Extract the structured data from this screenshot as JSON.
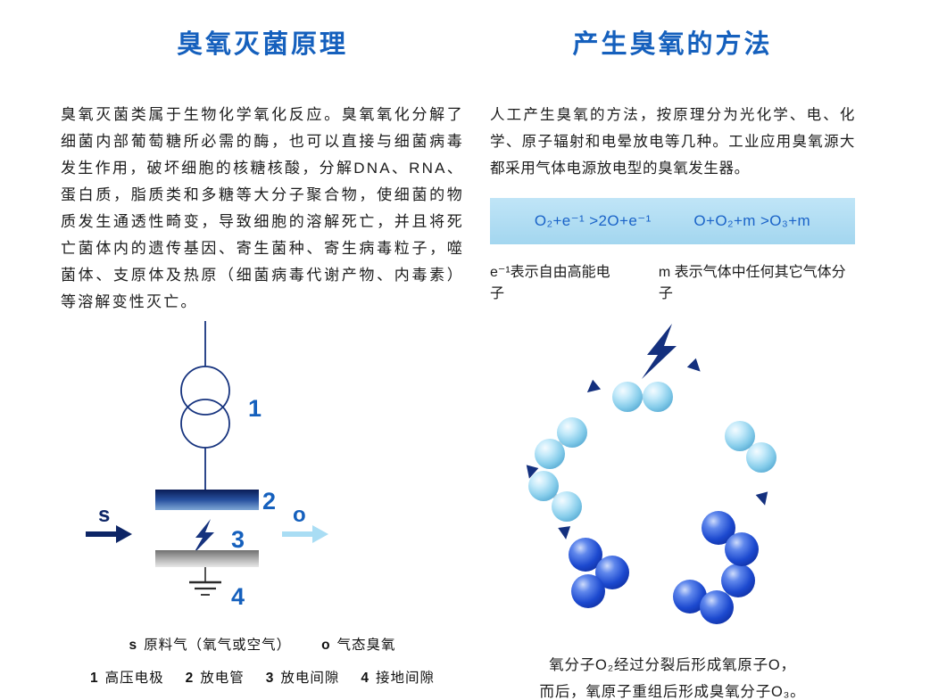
{
  "left": {
    "title": "臭氧灭菌原理",
    "paragraph": "臭氧灭菌类属于生物化学氧化反应。臭氧氧化分解了细菌内部葡萄糖所必需的酶，也可以直接与细菌病毒发生作用，破坏细胞的核糖核酸，分解DNA、RNA、蛋白质，脂质类和多糖等大分子聚合物，使细菌的物质发生通透性畸变，导致细胞的溶解死亡，并且将死亡菌体内的遗传基因、寄生菌种、寄生病毒粒子，噬菌体、支原体及热原（细菌病毒代谢产物、内毒素）等溶解变性灭亡。",
    "diagram_labels": {
      "n1": "1",
      "n2": "2",
      "n3": "3",
      "n4": "4",
      "s": "s",
      "o": "o"
    },
    "legend_row1": [
      {
        "key": "s",
        "text": "原料气（氧气或空气）"
      },
      {
        "key": "o",
        "text": "气态臭氧"
      }
    ],
    "legend_row2": [
      {
        "key": "1",
        "text": "高压电极"
      },
      {
        "key": "2",
        "text": "放电管"
      },
      {
        "key": "3",
        "text": "放电间隙"
      },
      {
        "key": "4",
        "text": "接地间隙"
      }
    ]
  },
  "right": {
    "title": "产生臭氧的方法",
    "paragraph": "人工产生臭氧的方法，按原理分为光化学、电、化学、原子辐射和电晕放电等几种。工业应用臭氧源大都采用气体电源放电型的臭氧发生器。",
    "formulas": {
      "f1": "O₂+e⁻¹ >2O+e⁻¹",
      "f2": "O+O₂+m >O₃+m"
    },
    "notes": {
      "n1": "e⁻¹表示自由高能电子",
      "n2": "m 表示气体中任何其它气体分子"
    },
    "caption": {
      "line1": "氧分子O₂经过分裂后形成氧原子O，",
      "line2": "而后，氧原子重组后形成臭氧分子O₃。"
    }
  },
  "colors": {
    "title_blue": "#1560bd",
    "formula_blue": "#1a63c8",
    "formula_box_bg": "#a9daf2",
    "dark_navy": "#14307e",
    "light_molecule_blue": "#85ccea",
    "dark_molecule_blue": "#1c49cf",
    "ozone_out_arrow": "#a9ddf4"
  }
}
